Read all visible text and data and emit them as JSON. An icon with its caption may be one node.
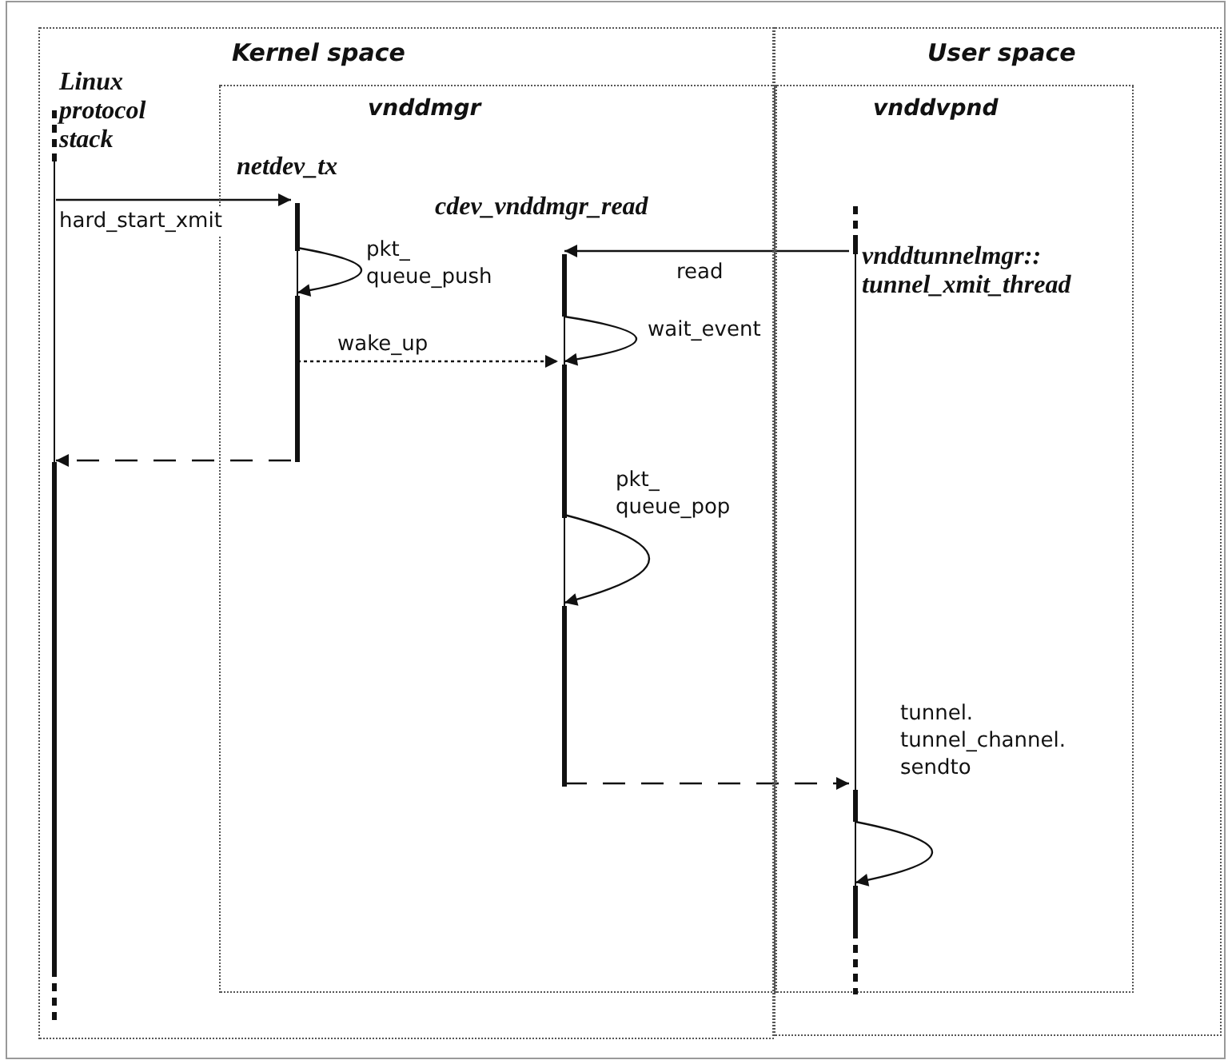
{
  "diagram": {
    "nodes": [
      {
        "text": [
          "Kernel space"
        ]
      },
      {
        "text": [
          "User space"
        ]
      },
      {
        "text": [
          "vnddmgr"
        ],
        "in": 0
      },
      {
        "text": [
          "Linux protocol stack"
        ],
        "in": 0
      },
      {
        "text": [
          "netdev_tx"
        ],
        "in": 2
      },
      {
        "text": [
          "cdev_vnddmgr_read"
        ],
        "in": 2
      },
      {
        "text": [
          "vnddvpnd"
        ],
        "in": 1
      },
      {
        "text": [
          "vnddtunnelmgr:: tunnel_xmit_thread"
        ],
        "in": 6
      }
    ],
    "edges": [
      {
        "from": 3,
        "to": 4,
        "arrow": "to",
        "label": "hard_start_xmit"
      },
      {
        "from": 4,
        "to": 4,
        "arrow": "to",
        "label": "pkt_ queue_push"
      },
      {
        "from": 7,
        "to": 5,
        "arrow": "to",
        "label": "read"
      },
      {
        "from": 4,
        "to": 5,
        "arrow": "to",
        "label": "wake_up",
        "style": "dashed"
      },
      {
        "from": 5,
        "to": 5,
        "arrow": "to",
        "label": "wait_event"
      },
      {
        "from": 4,
        "to": 3,
        "arrow": "to",
        "style": "dashed"
      },
      {
        "from": 5,
        "to": 5,
        "arrow": "to",
        "label": "pkt_ queue_pop"
      },
      {
        "from": 5,
        "to": 7,
        "arrow": "to",
        "style": "dashed"
      },
      {
        "from": 7,
        "to": 7,
        "arrow": "to",
        "label": "tunnel. tunnel_channel. sendto"
      }
    ]
  }
}
